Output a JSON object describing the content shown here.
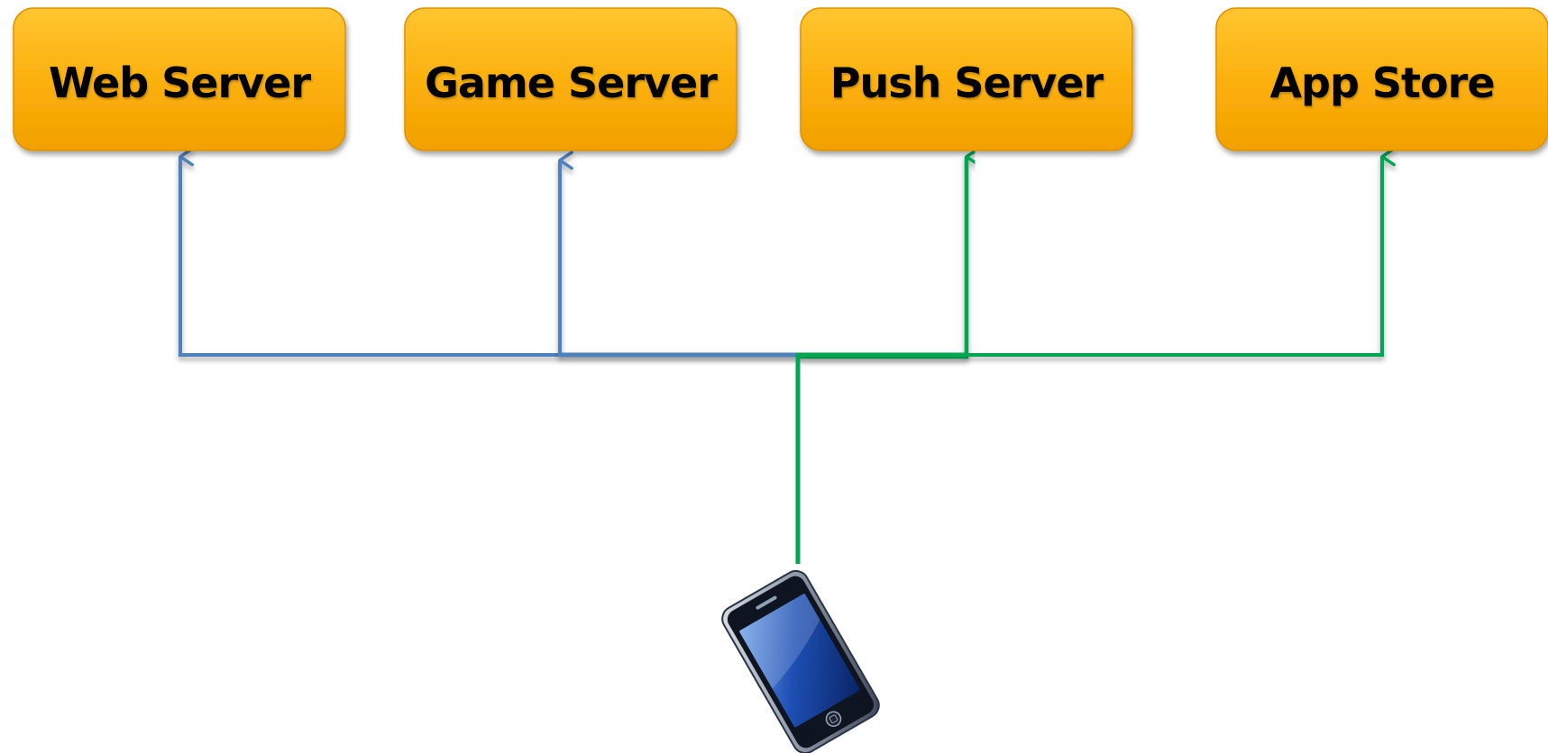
{
  "diagram": {
    "nodes": [
      {
        "id": "web-server",
        "label": "Web Server"
      },
      {
        "id": "game-server",
        "label": "Game Server"
      },
      {
        "id": "push-server",
        "label": "Push Server"
      },
      {
        "id": "app-store",
        "label": "App Store"
      }
    ],
    "client": {
      "icon": "smartphone-icon"
    },
    "edges": [
      {
        "from": "smartphone",
        "to": "web-server",
        "color": "#4F81BD"
      },
      {
        "from": "smartphone",
        "to": "game-server",
        "color": "#4F81BD"
      },
      {
        "from": "smartphone",
        "to": "push-server",
        "color": "#00A651"
      },
      {
        "from": "smartphone",
        "to": "app-store",
        "color": "#00A651"
      }
    ],
    "colors": {
      "box_fill_top": "#FFC22A",
      "box_fill_bottom": "#F7A600",
      "box_border": "#D28A00",
      "blue_connector": "#4F81BD",
      "green_connector": "#00A651"
    }
  }
}
